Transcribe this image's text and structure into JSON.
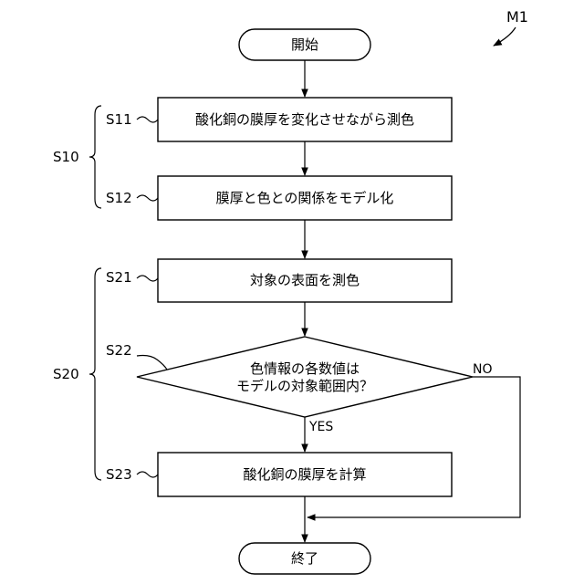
{
  "figure_label": "M1",
  "nodes": {
    "start": "開始",
    "s11": "酸化銅の膜厚を変化させながら測色",
    "s12": "膜厚と色との関係をモデル化",
    "s21": "対象の表面を測色",
    "s22_line1": "色情報の各数値は",
    "s22_line2": "モデルの対象範囲内？",
    "s23": "酸化銅の膜厚を計算",
    "end": "終了"
  },
  "step_labels": {
    "s11": "S11",
    "s12": "S12",
    "s21": "S21",
    "s22": "S22",
    "s23": "S23"
  },
  "group_labels": {
    "s10": "S10",
    "s20": "S20"
  },
  "branches": {
    "no": "NO",
    "yes": "YES"
  }
}
